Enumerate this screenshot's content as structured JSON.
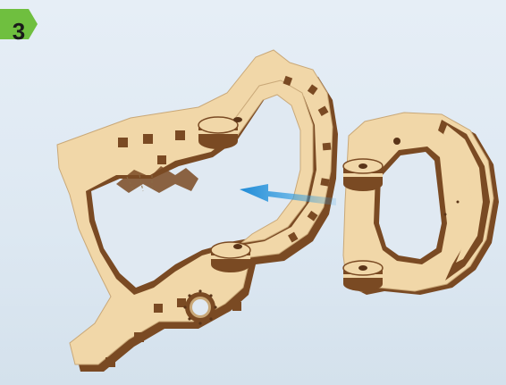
{
  "step": {
    "number": "3",
    "badge_color": "#6fbf3f"
  },
  "colors": {
    "background": "#e2ebf4",
    "wood_face": "#f1d7a8",
    "wood_edge": "#7a4a23",
    "arrow": "#2f9be0"
  },
  "illustration": {
    "parts": [
      "frame-left-part",
      "frame-right-part",
      "assembly-arrow"
    ],
    "arrow_direction": "left"
  }
}
